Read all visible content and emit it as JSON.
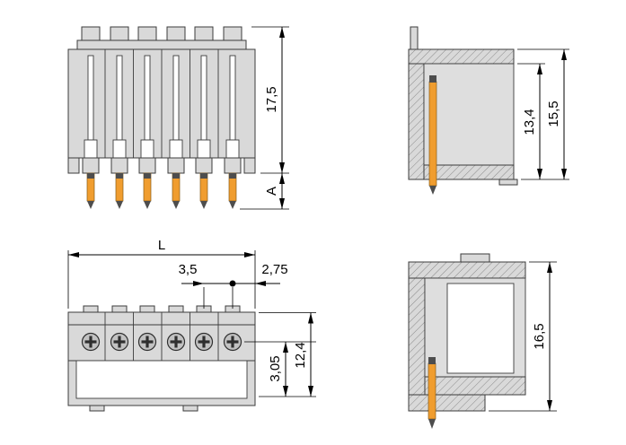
{
  "drawing": {
    "poles": 6,
    "views": {
      "front_top": {
        "dims": {
          "height": "17,5",
          "pin_length": "A"
        }
      },
      "side_top": {
        "dims": {
          "inner_height": "13,4",
          "total_height": "15,5"
        }
      },
      "front_bottom": {
        "dims": {
          "total_width": "L",
          "pitch": "3,5",
          "edge_to_pin": "2,75",
          "contact_offset": "3,05",
          "height": "12,4"
        }
      },
      "side_bottom": {
        "dims": {
          "total_height": "16,5"
        }
      }
    }
  },
  "colors": {
    "pin": "#f09d2f",
    "pin-dark": "#4d4d4d",
    "body": "#d9d9d9",
    "outline": "#3c3c3c",
    "dim": "#000000",
    "contact": "#c2c2c2",
    "contact-dark": "#2f2f2f"
  }
}
